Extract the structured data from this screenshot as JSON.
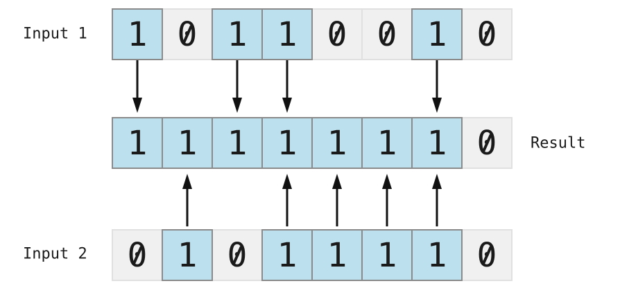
{
  "diagram": {
    "description_visible": false,
    "rows": {
      "input1": {
        "label": "Input 1",
        "bits": [
          "1",
          "0",
          "1",
          "1",
          "0",
          "0",
          "1",
          "0"
        ]
      },
      "result": {
        "label": "Result",
        "bits": [
          "1",
          "1",
          "1",
          "1",
          "1",
          "1",
          "1",
          "0"
        ]
      },
      "input2": {
        "label": "Input 2",
        "bits": [
          "0",
          "1",
          "0",
          "1",
          "1",
          "1",
          "1",
          "0"
        ]
      }
    },
    "arrows": {
      "down_from_input1_columns": [
        0,
        2,
        3,
        6
      ],
      "up_from_input2_columns": [
        1,
        3,
        4,
        5,
        6
      ]
    },
    "colors": {
      "bit_on_fill": "#bde0ee",
      "bit_on_border": "#8a8a8a",
      "bit_off_fill": "#f0f0f0",
      "bit_off_border": "#e0e0e0",
      "arrow": "#111111",
      "text": "#1a1a1a",
      "background": "#ffffff"
    }
  }
}
